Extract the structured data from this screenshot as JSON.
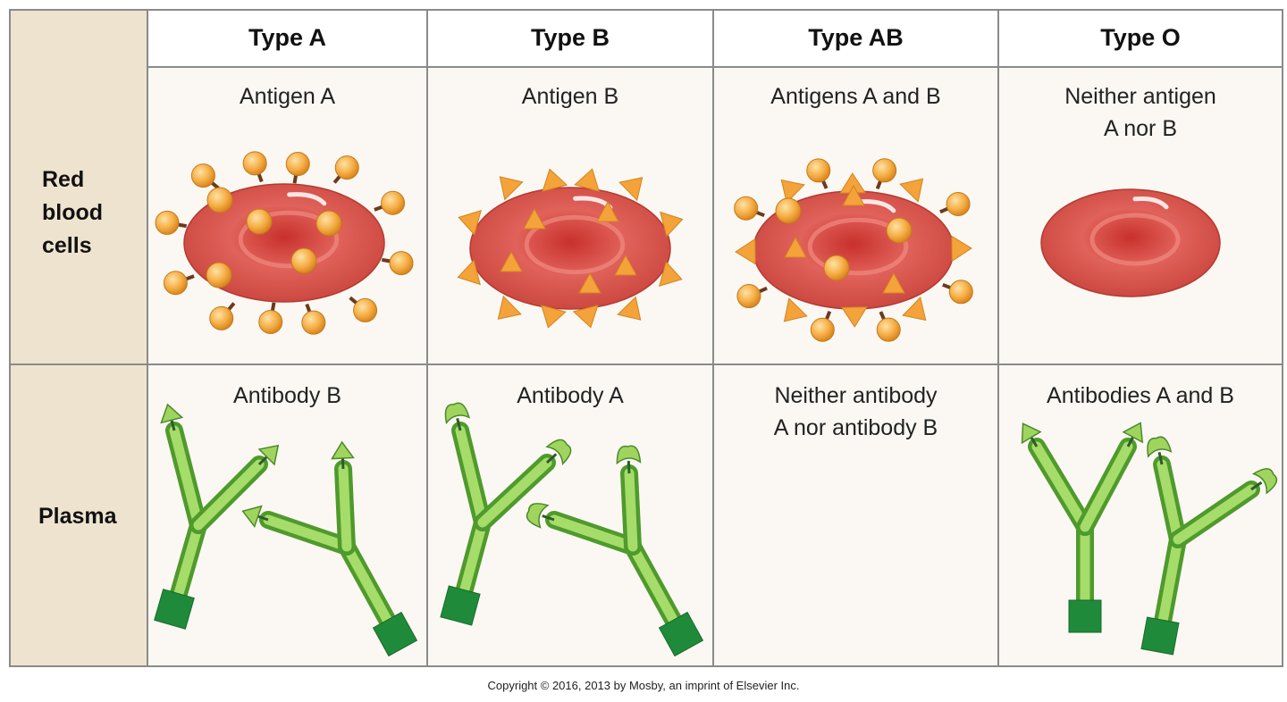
{
  "columns": [
    "Type A",
    "Type B",
    "Type AB",
    "Type O"
  ],
  "rows": {
    "red_blood_cells": {
      "label_lines": [
        "Red",
        "blood",
        "cells"
      ]
    },
    "plasma": {
      "label": "Plasma"
    }
  },
  "antigens": [
    {
      "lines": [
        "Antigen A"
      ],
      "marker": "sphere"
    },
    {
      "lines": [
        "Antigen B"
      ],
      "marker": "spike"
    },
    {
      "lines": [
        "Antigens A and B"
      ],
      "marker": "both"
    },
    {
      "lines": [
        "Neither antigen",
        "A nor B"
      ],
      "marker": "none"
    }
  ],
  "antibodies": [
    {
      "lines": [
        "Antibody B"
      ],
      "tips": "triangle"
    },
    {
      "lines": [
        "Antibody A"
      ],
      "tips": "cup"
    },
    {
      "lines": [
        "Neither antibody",
        "A nor antibody B"
      ],
      "tips": "none"
    },
    {
      "lines": [
        "Antibodies A and B"
      ],
      "tips": "mixed"
    }
  ],
  "colors": {
    "cell_red": "#d9534a",
    "antigen_orange": "#f5a93b",
    "antibody_green": "#7cc242",
    "antibody_dark": "#1f8a3a",
    "row_header_bg": "#eee3cf"
  },
  "copyright": "Copyright © 2016, 2013 by Mosby, an imprint of Elsevier Inc."
}
